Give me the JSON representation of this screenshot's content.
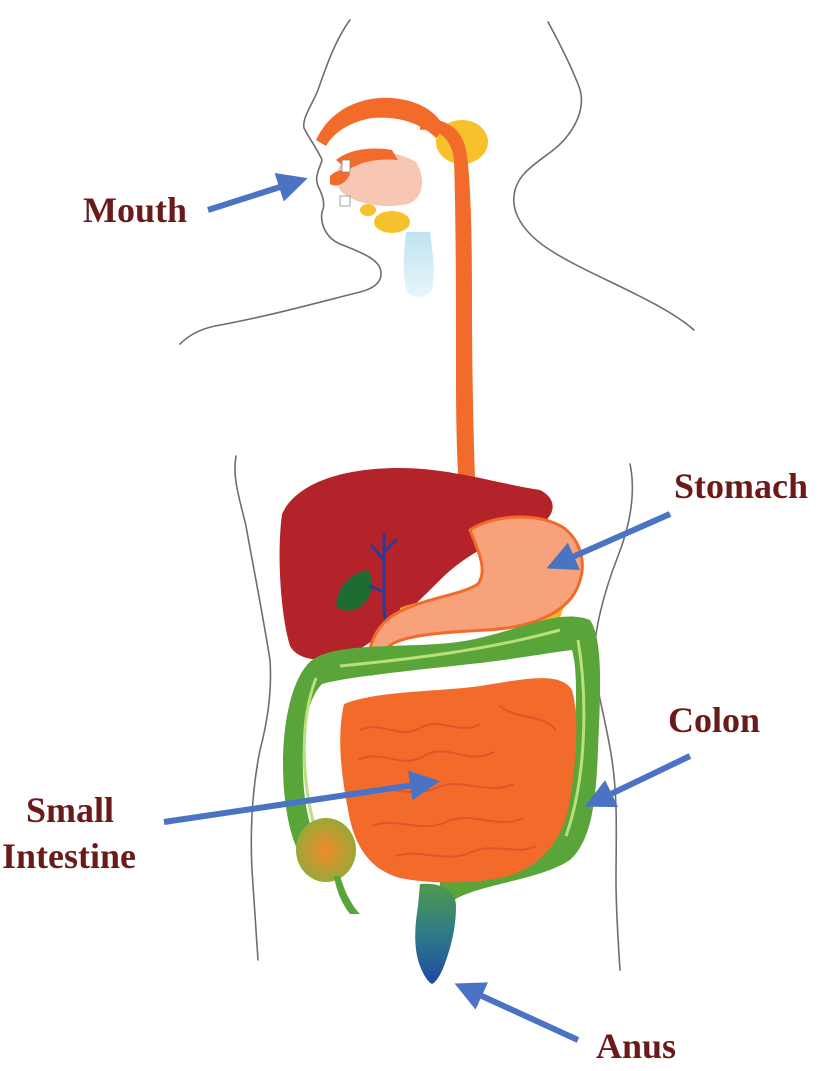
{
  "labels": {
    "mouth": "Mouth",
    "stomach": "Stomach",
    "colon": "Colon",
    "small_intestine_line1": "Small",
    "small_intestine_line2": "Intestine",
    "anus": "Anus"
  },
  "colors": {
    "label_text": "#6b1a1a",
    "arrow": "#4a73c4",
    "body_outline": "#6e6e6e",
    "esophagus": "#f26b2a",
    "liver": "#b5232a",
    "stomach": "#f7a27a",
    "small_intestine": "#f26b2a",
    "colon": "#5aa53a",
    "gallbladder": "#1f6b34",
    "salivary_glands": "#f6c12b",
    "pancreas": "#f5b72a",
    "bile_duct": "#2a3b9a",
    "trachea": "#bfe3f2"
  },
  "icons": {
    "arrow": "arrow-icon"
  }
}
